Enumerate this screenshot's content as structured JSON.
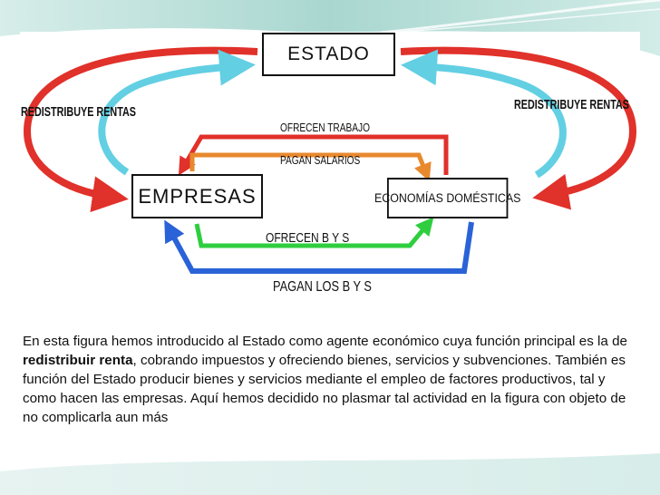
{
  "diagram": {
    "nodes": {
      "estado": "ESTADO",
      "empresas": "EMPRESAS",
      "economias": "ECONOMÍAS DOMÉSTICAS"
    },
    "labels": {
      "redistribuye_left": "REDISTRIBUYE RENTAS",
      "redistribuye_right": "REDISTRIBUYE RENTAS",
      "ofrecen_trabajo": "OFRECEN TRABAJO",
      "pagan_salarios": "PAGAN SALARIOS",
      "ofrecen_bys": "OFRECEN B Y S",
      "pagan_bys": "PAGAN LOS B Y S"
    },
    "colors": {
      "red": "#e0312a",
      "cyan": "#63cfe3",
      "orange": "#e8892e",
      "green": "#2fce3f",
      "blue": "#2a63d8"
    }
  },
  "caption": {
    "part1": "En esta figura hemos introducido al Estado como agente económico cuya función principal es la de ",
    "bold": "redistribuir renta",
    "part2": ", cobrando impuestos y ofreciendo bienes, servicios y subvenciones. También es función del Estado producir bienes y servicios mediante el empleo de factores productivos, tal y como hacen las empresas. Aquí hemos decidido no plasmar tal actividad en la figura con objeto de no complicarla aun más"
  }
}
